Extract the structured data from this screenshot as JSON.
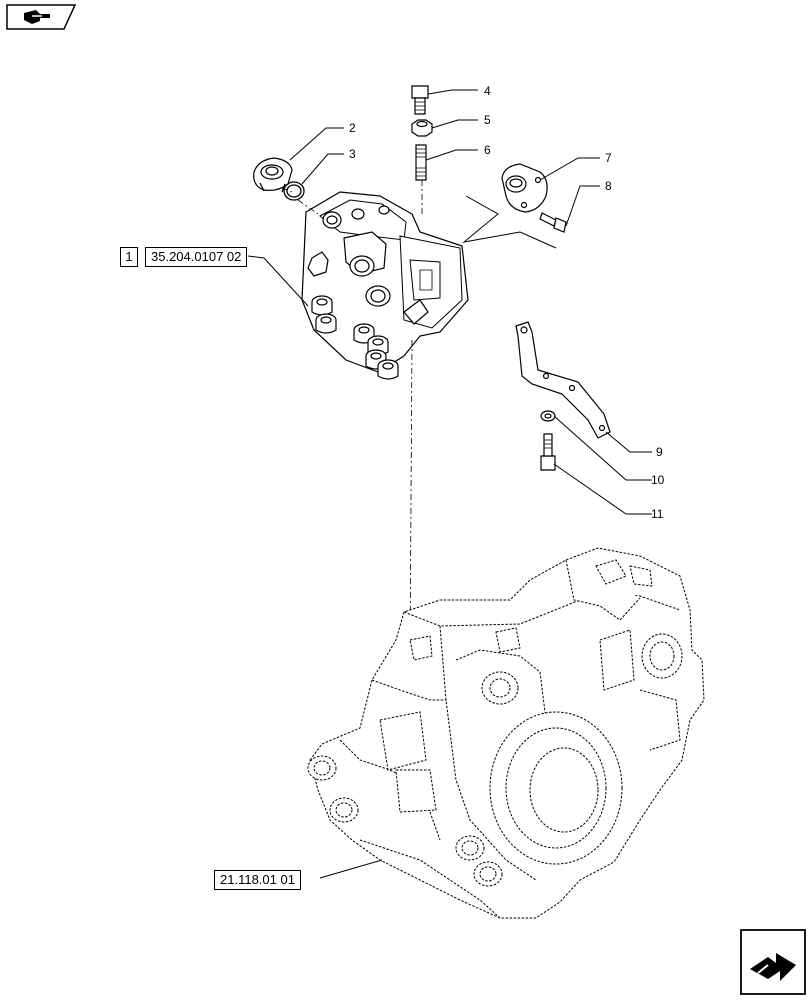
{
  "callouts": {
    "c1": "1",
    "c2": "2",
    "c3": "3",
    "c4": "4",
    "c5": "5",
    "c6": "6",
    "c7": "7",
    "c8": "8",
    "c9": "9",
    "c10": "10",
    "c11": "11"
  },
  "references": {
    "valve_ref": "35.204.0107 02",
    "frame_ref": "21.118.01 01"
  },
  "navigation": {
    "top_icon": "previous-page-arrow-icon",
    "bottom_icon": "next-page-arrow-icon"
  }
}
